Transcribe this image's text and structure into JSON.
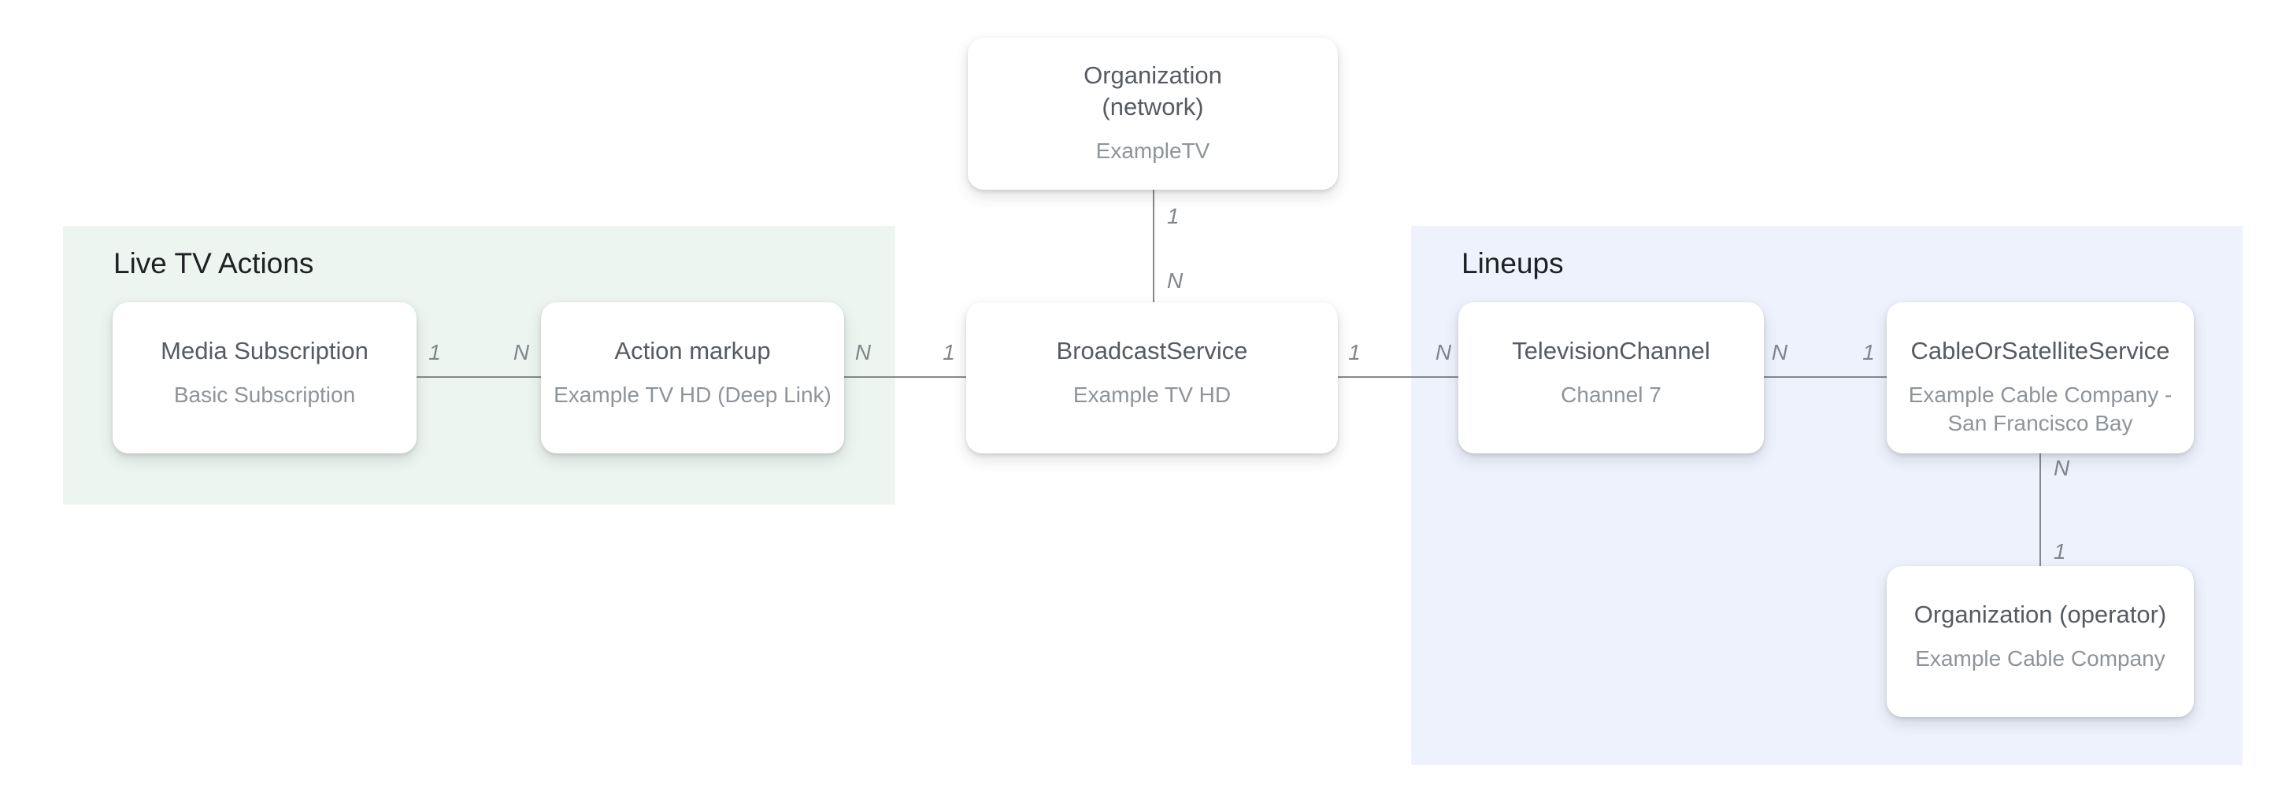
{
  "panels": {
    "live_tv": {
      "title": "Live TV Actions",
      "background": "#ecf5f0"
    },
    "lineups": {
      "title": "Lineups",
      "background": "#eef2fc"
    }
  },
  "nodes": {
    "org_network": {
      "title": "Organization\n(network)",
      "subtitle": "ExampleTV"
    },
    "media_subscription": {
      "title": "Media Subscription",
      "subtitle": "Basic Subscription"
    },
    "action_markup": {
      "title": "Action markup",
      "subtitle": "Example TV HD (Deep Link)"
    },
    "broadcast_service": {
      "title": "BroadcastService",
      "subtitle": "Example TV HD"
    },
    "television_channel": {
      "title": "TelevisionChannel",
      "subtitle": "Channel 7"
    },
    "cable_or_satellite": {
      "title": "CableOrSatelliteService",
      "subtitle": "Example Cable Company -\nSan Francisco Bay"
    },
    "org_operator": {
      "title": "Organization (operator)",
      "subtitle": "Example Cable Company"
    }
  },
  "connectors": {
    "media_to_action": {
      "labels": [
        "1",
        "N"
      ]
    },
    "action_to_broadcast": {
      "labels": [
        "N",
        "1"
      ]
    },
    "broadcast_to_tv": {
      "labels": [
        "1",
        "N"
      ]
    },
    "tv_to_cable": {
      "labels": [
        "N",
        "1"
      ]
    },
    "network_to_broadcast": {
      "labels": [
        "1",
        "N"
      ]
    },
    "cable_to_operator": {
      "labels": [
        "N",
        "1"
      ]
    }
  },
  "colors": {
    "panel_green": "#ecf5f0",
    "panel_blue": "#eef2fc",
    "connector_line": "#85898d",
    "node_title": "#565b62",
    "node_subtitle": "#8e949a",
    "panel_title": "#202124",
    "cardinality_label": "#80868b"
  }
}
